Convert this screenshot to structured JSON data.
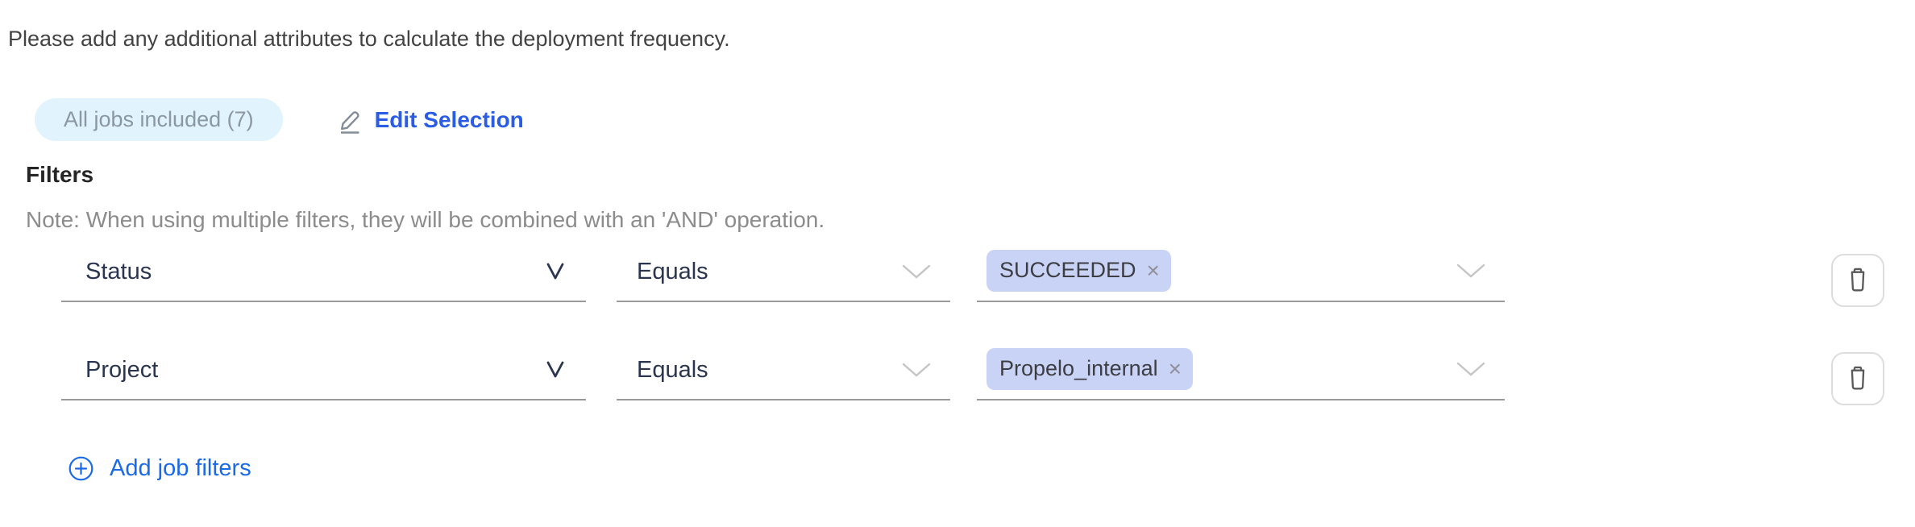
{
  "intro": "Please add any additional attributes to calculate the deployment frequency.",
  "selection": {
    "badge_label": "All jobs included (7)",
    "edit_label": "Edit Selection"
  },
  "filters": {
    "title": "Filters",
    "note": "Note: When using multiple filters, they will be combined with an 'AND' operation.",
    "add_label": "Add job filters",
    "rows": [
      {
        "attribute": "Status",
        "operator": "Equals",
        "values": [
          "SUCCEEDED"
        ]
      },
      {
        "attribute": "Project",
        "operator": "Equals",
        "values": [
          "Propelo_internal"
        ]
      }
    ]
  },
  "icons": {
    "edit": "pencil-underline",
    "add": "plus-circle",
    "delete": "trash",
    "chevron": "chevron-down",
    "remove_tag": "×"
  },
  "colors": {
    "edit_link_blue": "#2b5ce6",
    "add_link_blue": "#1a6ae8",
    "badge_bg": "#e1f3fd",
    "badge_text": "#8b97a4",
    "tag_bg": "#c9d3f6",
    "select_text": "#2a3550",
    "underline_gray": "#9a9a9a",
    "note_gray": "#8c8c8c"
  }
}
